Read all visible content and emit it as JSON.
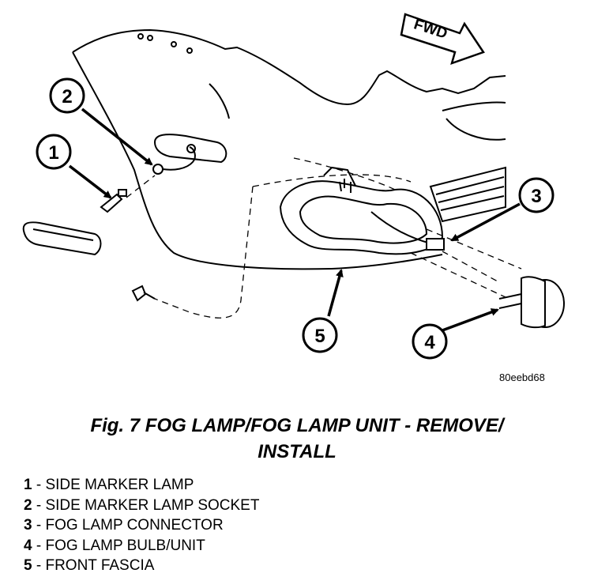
{
  "figure": {
    "fwd_label": "FWD",
    "image_code": "80eebd68",
    "callouts": [
      "1",
      "2",
      "3",
      "4",
      "5"
    ]
  },
  "caption": {
    "line1": "Fig. 7 FOG LAMP/FOG LAMP UNIT - REMOVE/",
    "line2": "INSTALL"
  },
  "legend": [
    {
      "num": "1",
      "text": " - SIDE MARKER LAMP"
    },
    {
      "num": "2",
      "text": " - SIDE MARKER LAMP SOCKET"
    },
    {
      "num": "3",
      "text": " - FOG LAMP CONNECTOR"
    },
    {
      "num": "4",
      "text": " - FOG LAMP BULB/UNIT"
    },
    {
      "num": "5",
      "text": " - FRONT FASCIA"
    }
  ]
}
